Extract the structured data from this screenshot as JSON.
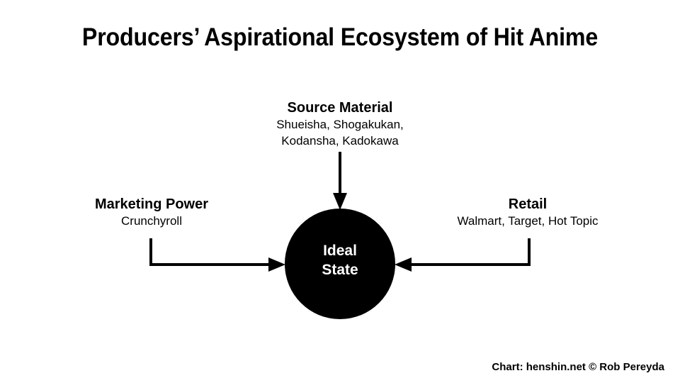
{
  "title": "Producers’ Aspirational Ecosystem of Hit Anime",
  "hub": {
    "line1": "Ideal",
    "line2": "State",
    "fill_color": "#000000",
    "text_color": "#ffffff"
  },
  "nodes": {
    "source_material": {
      "heading": "Source Material",
      "sub_line1": "Shueisha, Shogakukan,",
      "sub_line2": "Kodansha, Kadokawa"
    },
    "marketing_power": {
      "heading": "Marketing Power",
      "sub_line1": "Crunchyroll"
    },
    "retail": {
      "heading": "Retail",
      "sub_line1": "Walmart, Target, Hot Topic"
    }
  },
  "credit": "Chart: henshin.net © Rob Pereyda",
  "colors": {
    "background": "#ffffff",
    "foreground": "#000000"
  },
  "chart_data": {
    "type": "diagram",
    "title": "Producers’ Aspirational Ecosystem of Hit Anime",
    "center_node": "Ideal State",
    "edges": [
      {
        "from": "Source Material",
        "to": "Ideal State",
        "direction": "top-down",
        "arrow": "arrowhead-down"
      },
      {
        "from": "Marketing Power",
        "to": "Ideal State",
        "direction": "left-right",
        "arrow": "arrowhead-right"
      },
      {
        "from": "Retail",
        "to": "Ideal State",
        "direction": "right-left",
        "arrow": "arrowhead-left"
      }
    ],
    "nodes": [
      {
        "label": "Source Material",
        "detail": "Shueisha, Shogakukan, Kodansha, Kadokawa"
      },
      {
        "label": "Marketing Power",
        "detail": "Crunchyroll"
      },
      {
        "label": "Retail",
        "detail": "Walmart, Target, Hot Topic"
      },
      {
        "label": "Ideal State",
        "detail": ""
      }
    ]
  }
}
